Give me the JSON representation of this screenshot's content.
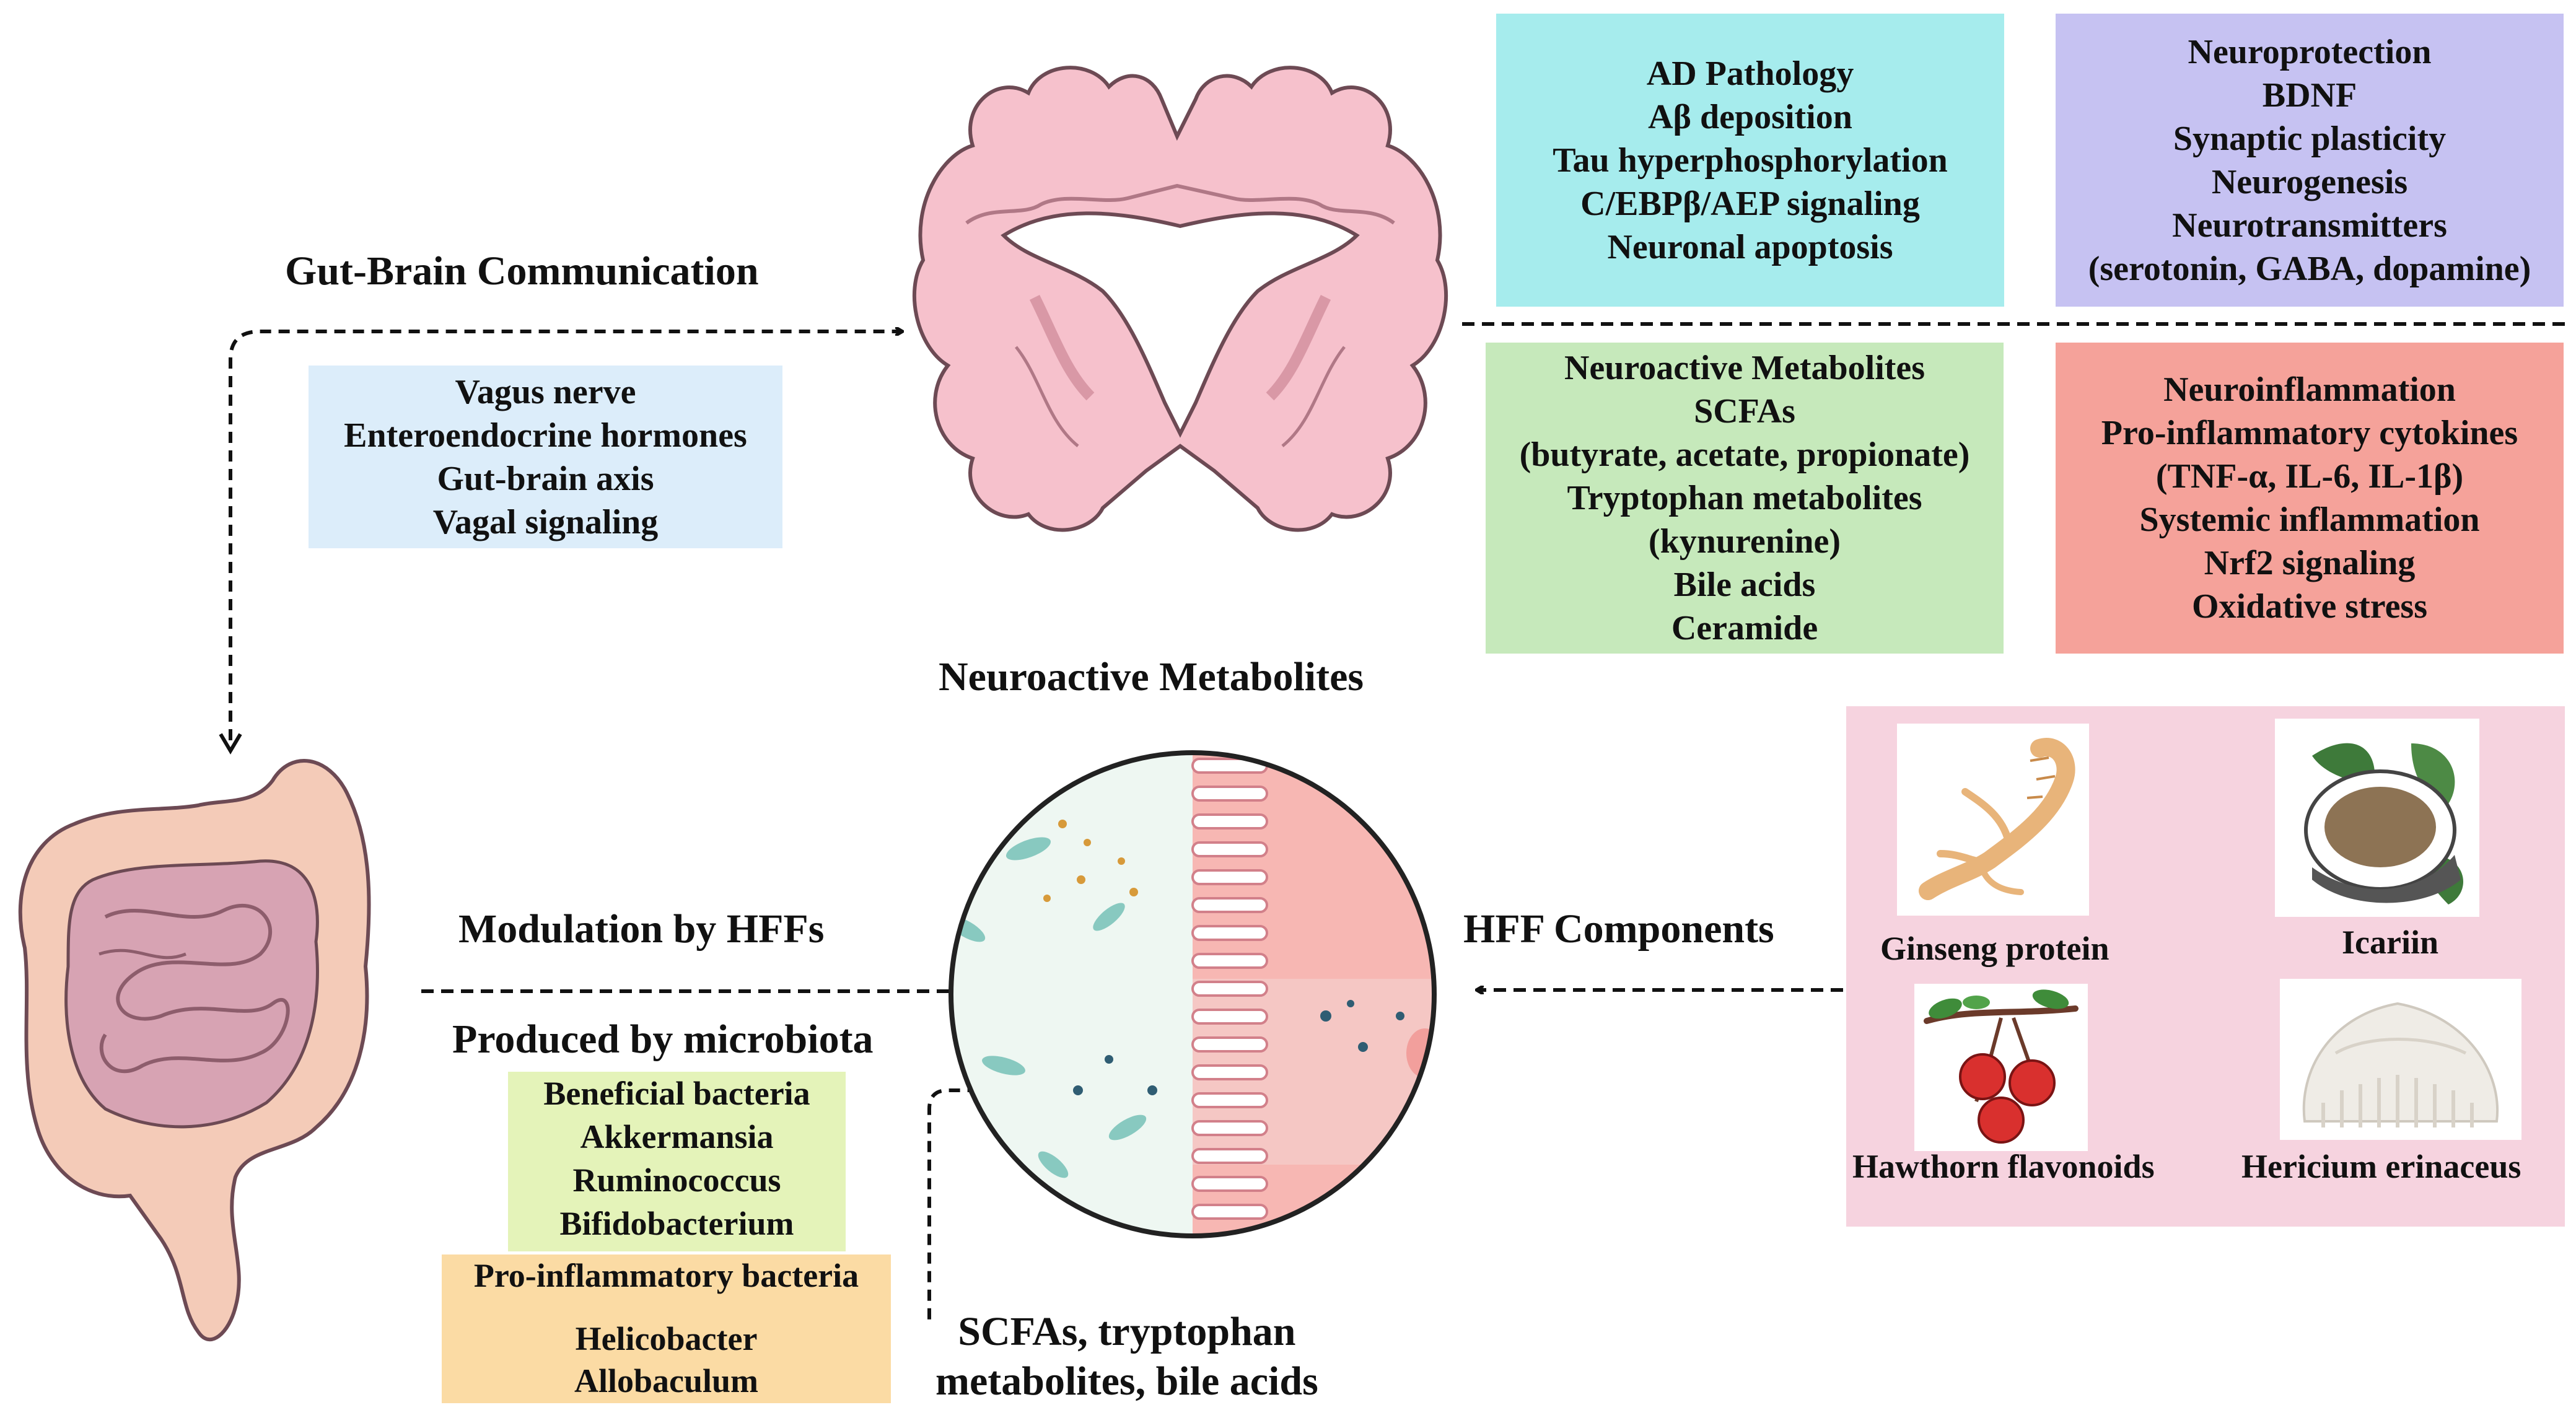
{
  "boxes": {
    "ad_pathology": [
      "AD Pathology",
      "Aβ deposition",
      "Tau hyperphosphorylation",
      "C/EBPβ/AEP signaling",
      "Neuronal apoptosis"
    ],
    "neuroprotection": [
      "Neuroprotection",
      "BDNF",
      "Synaptic plasticity",
      "Neurogenesis",
      "Neurotransmitters",
      "(serotonin, GABA, dopamine)"
    ],
    "neuroactive_metabolites": [
      "Neuroactive Metabolites",
      "SCFAs",
      "(butyrate, acetate, propionate)",
      "Tryptophan metabolites",
      "(kynurenine)",
      "Bile acids",
      "Ceramide"
    ],
    "neuroinflammation": [
      "Neuroinflammation",
      "Pro-inflammatory cytokines",
      "(TNF-α, IL-6, IL-1β)",
      "Systemic inflammation",
      "Nrf2 signaling",
      "Oxidative stress"
    ],
    "vagal": [
      "Vagus nerve",
      "Enteroendocrine hormones",
      "Gut-brain axis",
      "Vagal signaling"
    ],
    "beneficial": [
      "Beneficial bacteria",
      "Akkermansia",
      "Ruminococcus",
      "Bifidobacterium"
    ],
    "proinflammatory": [
      "Pro-inflammatory bacteria",
      "Helicobacter",
      "Allobaculum"
    ]
  },
  "labels": {
    "gut_brain": "Gut-Brain Communication",
    "neuro_metabolites": "Neuroactive Metabolites",
    "modulation": "Modulation by HFFs",
    "produced": "Produced by microbiota",
    "hff_components": "HFF Components",
    "scfa_line1": "SCFAs, tryptophan",
    "scfa_line2": "metabolites, bile acids"
  },
  "hff_items": {
    "ginseng": "Ginseng protein",
    "icariin": "Icariin",
    "hawthorn": "Hawthorn flavonoids",
    "hericium": "Hericium erinaceus"
  },
  "colors": {
    "ad_bg": "#a6eced",
    "neuroprotection_bg": "#c6c2f2",
    "metabolites_bg": "#c6e9bb",
    "inflammation_bg": "#f5a29a",
    "vagal_bg": "#dcedfa",
    "beneficial_bg": "#e4f3b9",
    "proinflammatory_bg": "#fbdba4",
    "hff_panel_bg": "#f6d3df"
  }
}
